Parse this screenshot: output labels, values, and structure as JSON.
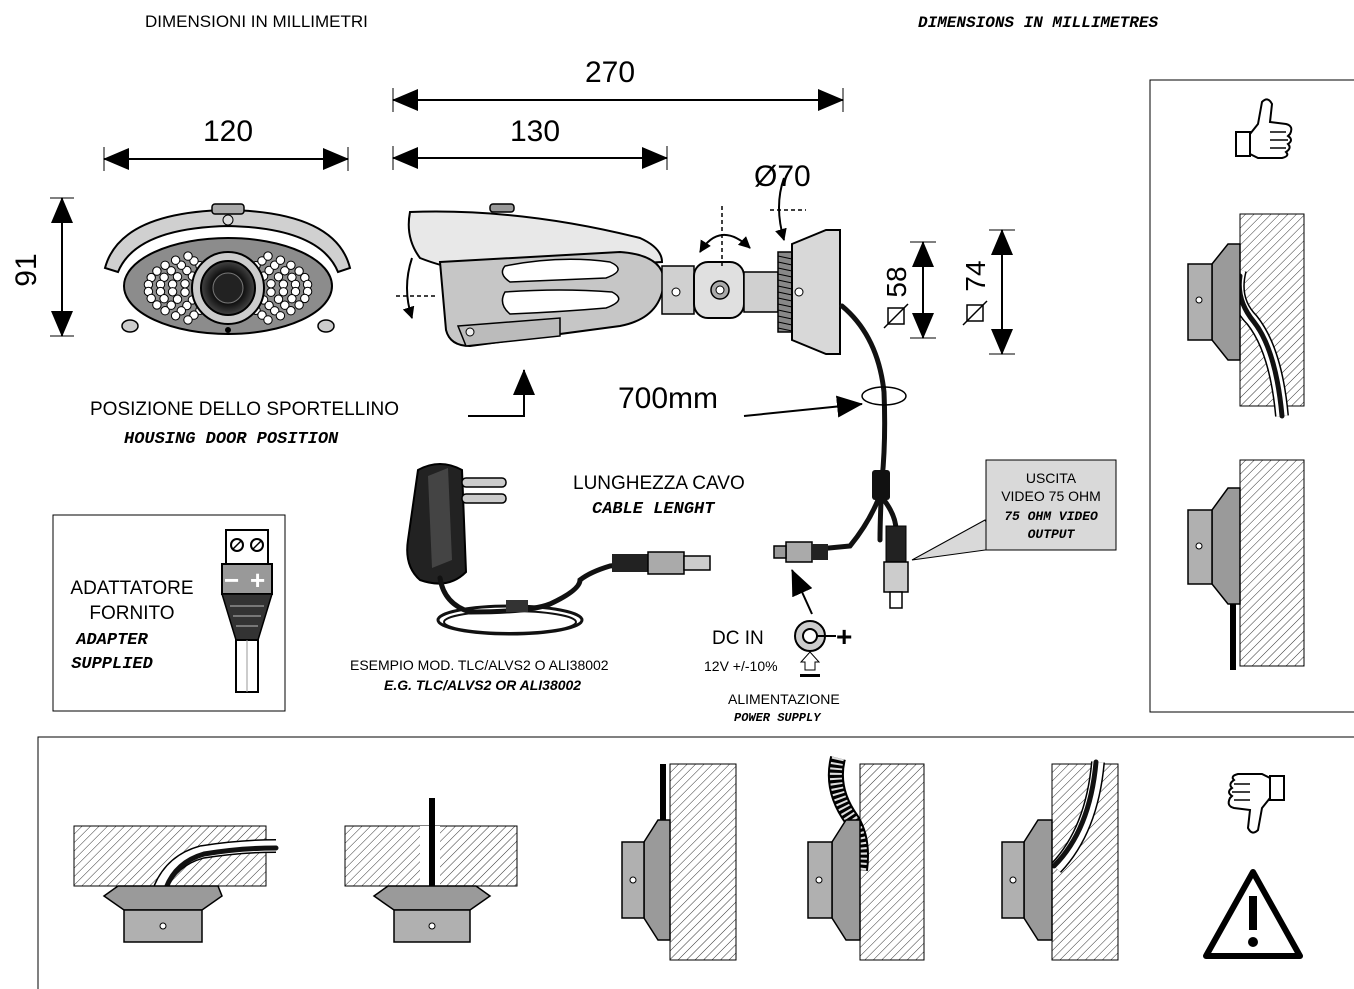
{
  "header": {
    "left_title": "DIMENSIONI IN MILLIMETRI",
    "right_title": "DIMENSIONS IN MILLIMETRES"
  },
  "dimensions": {
    "d270": "270",
    "d130": "130",
    "d120": "120",
    "d91": "91",
    "d70": "Ø70",
    "d58": "58",
    "d74": "74",
    "cable_length": "700mm"
  },
  "labels": {
    "door_it": "POSIZIONE DELLO SPORTELLINO",
    "door_en": "HOUSING DOOR POSITION",
    "cable_it": "LUNGHEZZA CAVO",
    "cable_en": "CABLE LENGHT",
    "video_line1": "USCITA",
    "video_line2": "VIDEO 75 OHM",
    "video_line3": "75 OHM VIDEO",
    "video_line4": "OUTPUT",
    "adapter_it1": "ADATTATORE",
    "adapter_it2": "FORNITO",
    "adapter_en1": "ADAPTER",
    "adapter_en2": "SUPPLIED",
    "example_it": "ESEMPIO MOD. TLC/ALVS2 O ALI38002",
    "example_en": "E.G. TLC/ALVS2 OR ALI38002",
    "dc_in": "DC IN",
    "voltage": "12V +/-10%",
    "power_it": "ALIMENTAZIONE",
    "power_en": "POWER SUPPLY",
    "plus": "+",
    "minus": "−",
    "terminal_minus": "−",
    "terminal_plus": "+"
  },
  "icons": {
    "good": "thumbs-up-icon",
    "bad": "thumbs-down-icon",
    "warning": "warning-triangle-icon"
  }
}
